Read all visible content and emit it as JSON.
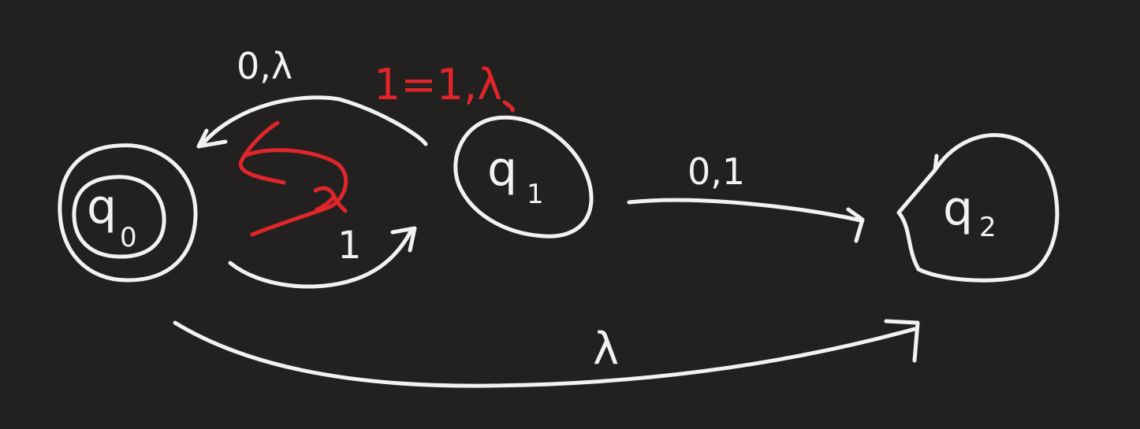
{
  "colors": {
    "background": "#222120",
    "ink": "#f2f2f2",
    "annotation": "#e0252b"
  },
  "states": [
    {
      "id": "q0",
      "label": "q",
      "subscript": "0",
      "accepting": true
    },
    {
      "id": "q1",
      "label": "q",
      "subscript": "1",
      "accepting": false
    },
    {
      "id": "q2",
      "label": "q",
      "subscript": "2",
      "accepting": false
    }
  ],
  "transitions": [
    {
      "id": "q1-q0",
      "from": "q1",
      "to": "q0",
      "label": "0,λ"
    },
    {
      "id": "q0-q1",
      "from": "q0",
      "to": "q1",
      "label": "1"
    },
    {
      "id": "q1-q2",
      "from": "q1",
      "to": "q2",
      "label": "0,1"
    },
    {
      "id": "q0-q2",
      "from": "q0",
      "to": "q2",
      "label": "λ"
    }
  ],
  "annotations": {
    "red_note": "1=1,λ"
  }
}
